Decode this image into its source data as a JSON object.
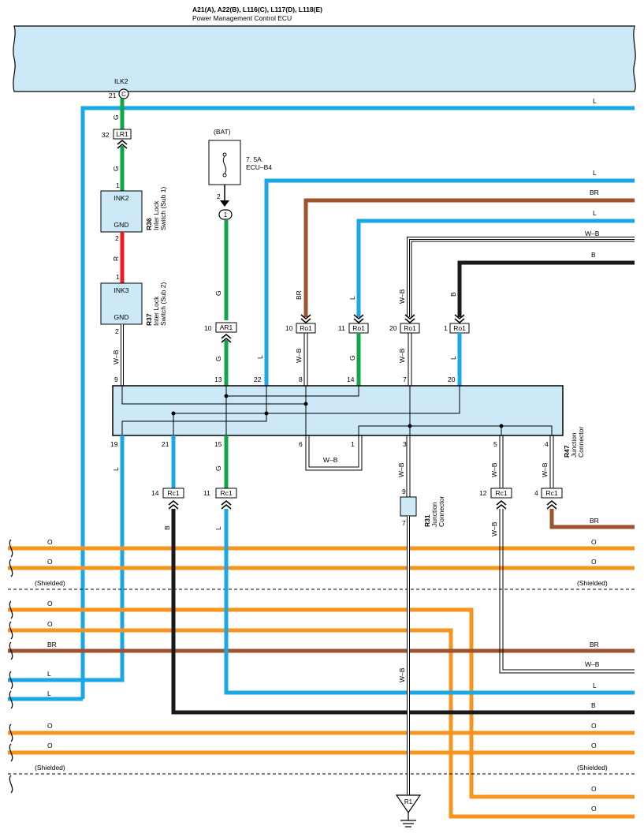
{
  "title": {
    "codes": "A21(A), A22(B), L116(C), L117(D), L118(E)",
    "name": "Power Management Control ECU"
  },
  "ecu_pin": {
    "label": "ILK2",
    "number": "21",
    "connector": "C"
  },
  "battery": {
    "label": "(BAT)",
    "fuse_rating": "7. 5A",
    "fuse_name": "ECU–B4",
    "pin": "2",
    "junction_pin": "1"
  },
  "switches": {
    "sub1": {
      "code": "R36",
      "line1": "Inter Lock",
      "line2": "Switch (Sub 1)",
      "top_label": "INK2",
      "bottom_label": "GND",
      "pin_top": "1",
      "pin_bottom": "2"
    },
    "sub2": {
      "code": "R37",
      "line1": "Inter Lock",
      "line2": "Switch (Sub 2)",
      "top_label": "INK3",
      "bottom_label": "GND",
      "pin_top": "1",
      "pin_bottom": "2"
    }
  },
  "junction_r47": {
    "code": "R47",
    "line1": "Junction",
    "line2": "Connector",
    "top_pins": [
      "9",
      "13",
      "22",
      "8",
      "14",
      "7",
      "20"
    ],
    "bottom_pins": [
      "19",
      "21",
      "15",
      "6",
      "1",
      "3",
      "5",
      "4"
    ]
  },
  "junction_r31": {
    "code": "R31",
    "line1": "Junction",
    "line2": "Connector",
    "pin_top": "9",
    "pin_bottom": "7"
  },
  "ground": {
    "label": "R1"
  },
  "connectors": {
    "lr1": {
      "name": "LR1",
      "pin": "32"
    },
    "ar1": {
      "name": "AR1",
      "pin": "10"
    },
    "ro1_a": {
      "name": "Ro1",
      "pin": "10"
    },
    "ro1_b": {
      "name": "Ro1",
      "pin": "11"
    },
    "ro1_c": {
      "name": "Ro1",
      "pin": "20"
    },
    "ro1_d": {
      "name": "Ro1",
      "pin": "1"
    },
    "rc1_a": {
      "name": "Rc1",
      "pin": "14"
    },
    "rc1_b": {
      "name": "Rc1",
      "pin": "11"
    },
    "rc1_c": {
      "name": "Rc1",
      "pin": "12"
    },
    "rc1_d": {
      "name": "Rc1",
      "pin": "4"
    }
  },
  "wire_colors": {
    "G": "G",
    "R": "R",
    "L": "L",
    "BR": "BR",
    "WB": "W–B",
    "B": "B",
    "O": "O"
  },
  "shielded_label": "(Shielded)",
  "palette": {
    "ecu_fill": "#cde9f7",
    "blue": "#1aa7e6",
    "green": "#0fa548",
    "red": "#ec1c24",
    "brown": "#a0522d",
    "black": "#1a1a1a",
    "orange": "#f7941d",
    "wb": "#8a8a8a"
  }
}
